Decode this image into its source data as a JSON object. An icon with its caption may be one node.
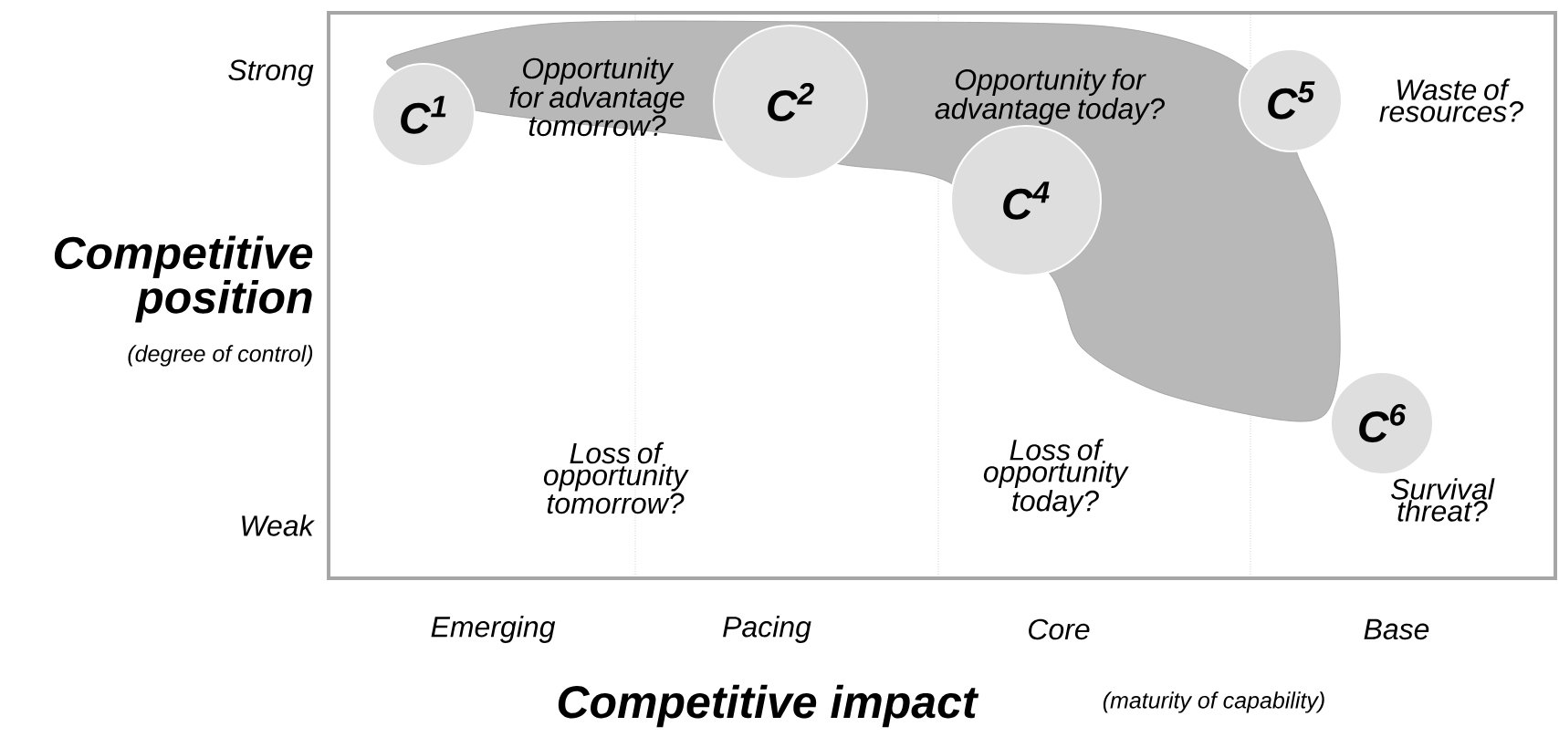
{
  "diagram": {
    "nodes": [
      {
        "text": [
          "C$^{1}$"
        ]
      },
      {
        "text": [
          "C$^{2}$"
        ]
      },
      {
        "text": [
          "C$^{4}$"
        ]
      },
      {
        "text": [
          "C$^{5}$"
        ]
      },
      {
        "text": [
          "C$^{6}$"
        ]
      }
    ],
    "labels": [
      "Strong",
      "Opportunity for advantage tomorrow?",
      "Opportunity for advantage today?",
      "Waste of resources?",
      "Competitive position",
      "(degree of control)",
      "Loss of opportunity tomorrow?",
      "Loss of opportunity today?",
      "Survival threat?",
      "Weak",
      "Emerging",
      "Pacing",
      "Core",
      "Base",
      "Competitive impact",
      "(maturity of capability)"
    ]
  }
}
